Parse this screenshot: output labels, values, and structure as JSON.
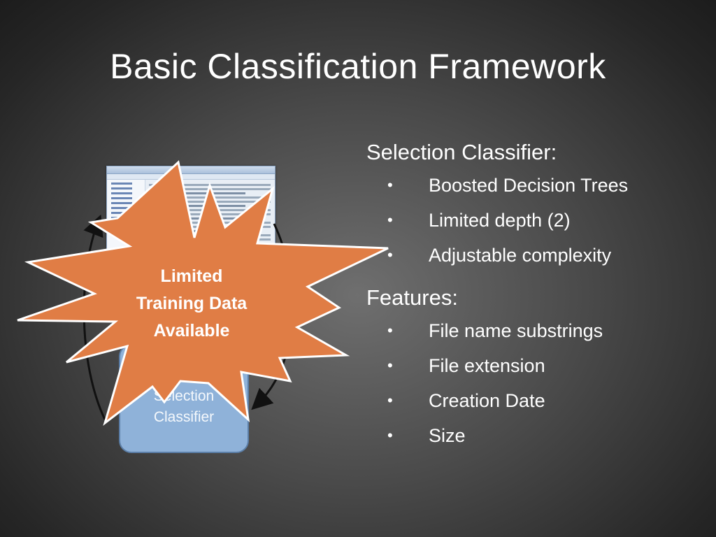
{
  "slide": {
    "title": "Basic Classification Framework"
  },
  "bullets": {
    "section1": {
      "heading": "Selection Classifier:",
      "items": [
        "Boosted Decision Trees",
        "Limited depth (2)",
        "Adjustable complexity"
      ]
    },
    "section2": {
      "heading": "Features:",
      "items": [
        "File name substrings",
        "File extension",
        "Creation Date",
        "Size"
      ]
    },
    "bullet_char": "•"
  },
  "diagram": {
    "box_label_line1": "Selection",
    "box_label_line2": "Classifier",
    "burst_line1": "Limited",
    "burst_line2": "Training Data",
    "burst_line3": "Available",
    "burst_color": "#e07d45",
    "box_color": "#8fb2d9"
  }
}
